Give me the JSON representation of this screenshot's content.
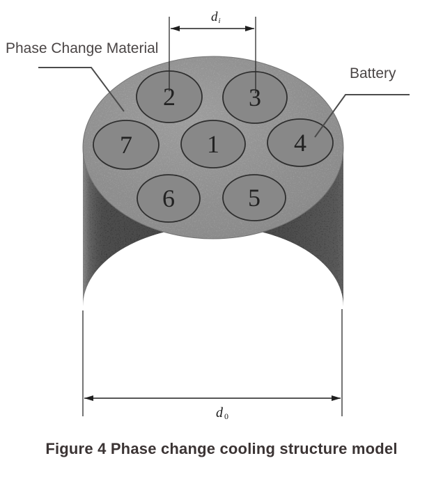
{
  "figure": {
    "caption": "Figure 4 Phase change cooling structure model",
    "labels": {
      "pcm": "Phase Change Material",
      "battery": "Battery"
    },
    "cells": [
      {
        "label": "1"
      },
      {
        "label": "2"
      },
      {
        "label": "3"
      },
      {
        "label": "4"
      },
      {
        "label": "5"
      },
      {
        "label": "6"
      },
      {
        "label": "7"
      }
    ],
    "dimensions": {
      "inner": {
        "symbol": "d",
        "subscript": "i"
      },
      "outer": {
        "symbol": "d",
        "subscript": "0"
      }
    },
    "colors": {
      "background": "#ffffff",
      "pcm_top_surface": "#9b9b9b",
      "battery_cell_fill": "#888888",
      "cylinder_body": "#373737",
      "cell_outline": "#2e2e2e",
      "dimension_line": "#1f1f1f",
      "leader_line": "#4b4b4b",
      "annotation_text": "#4a4545",
      "caption_text": "#3b3434"
    }
  }
}
